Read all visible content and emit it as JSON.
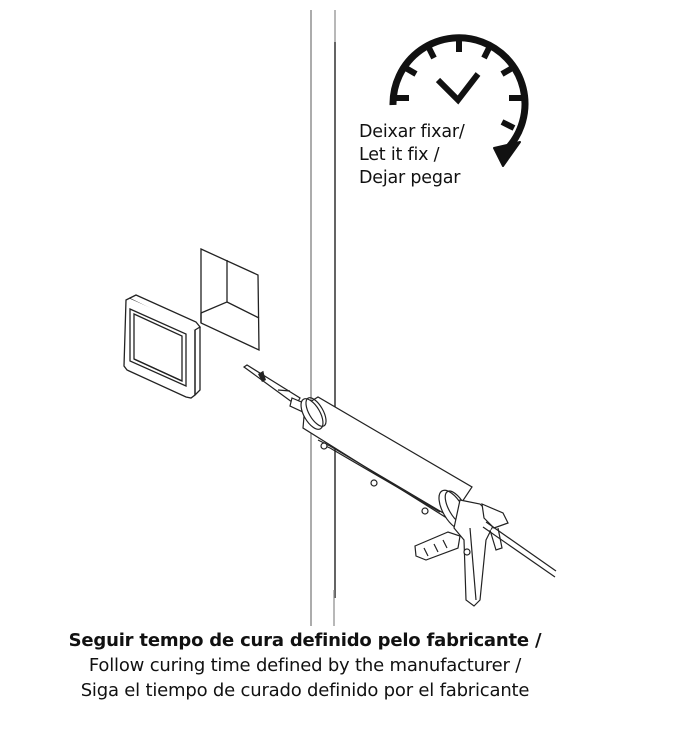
{
  "clock_note": {
    "icon": "timer-clock-with-checkmark-icon",
    "lines": [
      "Deixar fixar/",
      "Let it fix /",
      "Dejar pegar"
    ]
  },
  "illustration": {
    "elements": [
      "wall-corner",
      "square-flange-frame",
      "square-recess-in-wall",
      "caulking-gun-with-sealant-cartridge"
    ]
  },
  "caption": {
    "pt": "Seguir tempo de cura definido pelo fabricante /",
    "en": "Follow curing time defined by the manufacturer /",
    "es": "Siga el tiempo de curado definido por el fabricante"
  },
  "colors": {
    "ink": "#111111",
    "line": "#222222",
    "wall_line": "#888888",
    "background": "#ffffff"
  }
}
